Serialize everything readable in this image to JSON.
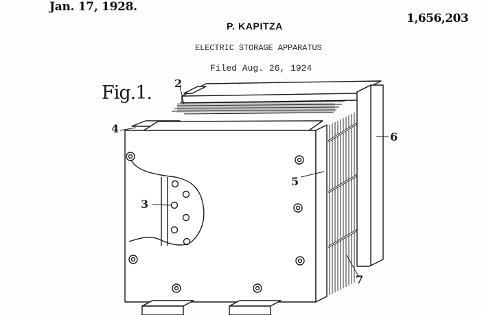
{
  "header": {
    "date": "Jan. 17, 1928.",
    "patent_number": "1,656,203",
    "inventor": "P. KAPITZA",
    "title": "ELECTRIC STORAGE APPARATUS",
    "filed": "Filed Aug. 26, 1924"
  },
  "figure": {
    "label": "Fig.1.",
    "reference_numerals": [
      {
        "id": "2",
        "text": "2"
      },
      {
        "id": "3",
        "text": "3"
      },
      {
        "id": "4",
        "text": "4"
      },
      {
        "id": "5",
        "text": "5"
      },
      {
        "id": "6",
        "text": "6"
      },
      {
        "id": "7",
        "text": "7"
      }
    ]
  },
  "colors": {
    "ink": "#1a1a1a",
    "paper": "#fdfdfd"
  }
}
